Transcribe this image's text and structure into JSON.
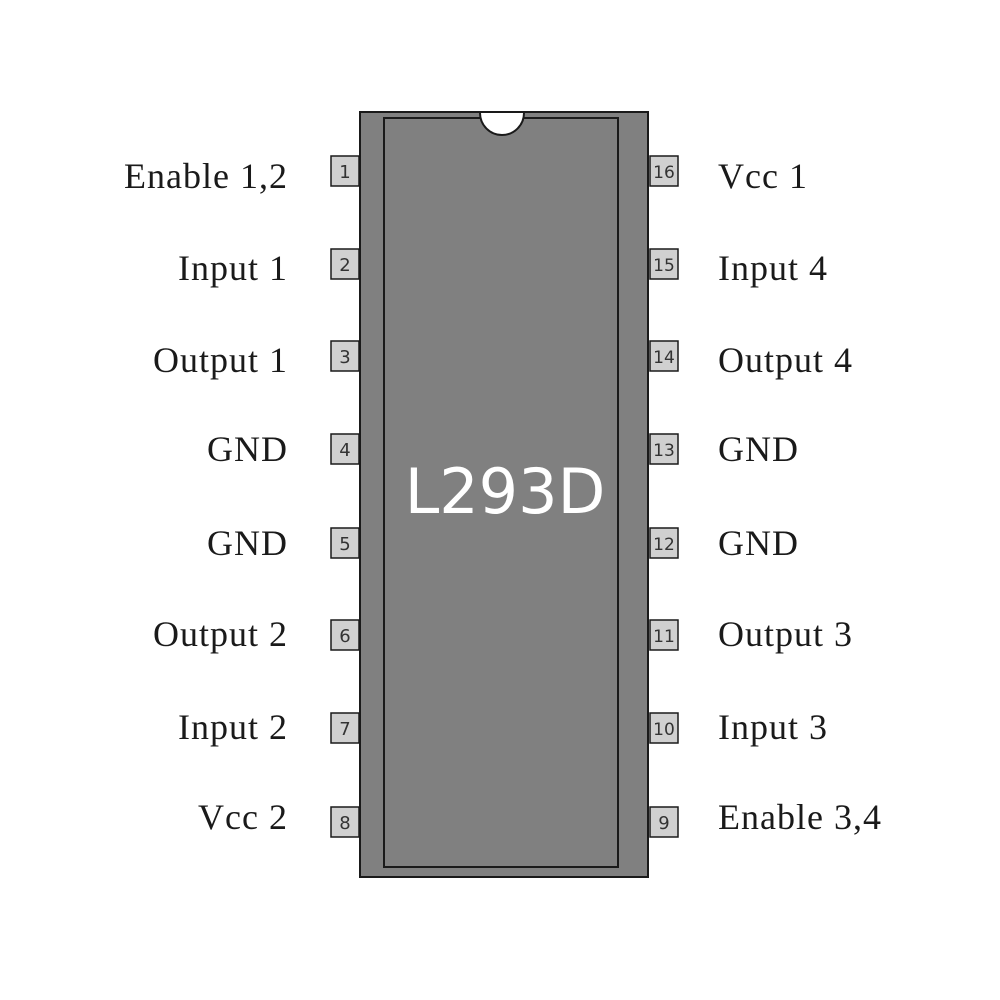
{
  "chip": {
    "name": "L293D",
    "body_color": "#808080",
    "outline_color": "#1a1a1a",
    "pin_fill_color": "#d0d0d0",
    "label_color": "#1a1a1a",
    "name_color": "#ffffff"
  },
  "pins_left": [
    {
      "number": "1",
      "label": "Enable 1,2"
    },
    {
      "number": "2",
      "label": "Input 1"
    },
    {
      "number": "3",
      "label": "Output 1"
    },
    {
      "number": "4",
      "label": "GND"
    },
    {
      "number": "5",
      "label": "GND"
    },
    {
      "number": "6",
      "label": "Output 2"
    },
    {
      "number": "7",
      "label": "Input 2"
    },
    {
      "number": "8",
      "label": "Vcc 2"
    }
  ],
  "pins_right": [
    {
      "number": "16",
      "label": "Vcc 1"
    },
    {
      "number": "15",
      "label": "Input 4"
    },
    {
      "number": "14",
      "label": "Output 4"
    },
    {
      "number": "13",
      "label": "GND"
    },
    {
      "number": "12",
      "label": "GND"
    },
    {
      "number": "11",
      "label": "Output 3"
    },
    {
      "number": "10",
      "label": "Input 3"
    },
    {
      "number": "9",
      "label": "Enable 3,4"
    }
  ]
}
